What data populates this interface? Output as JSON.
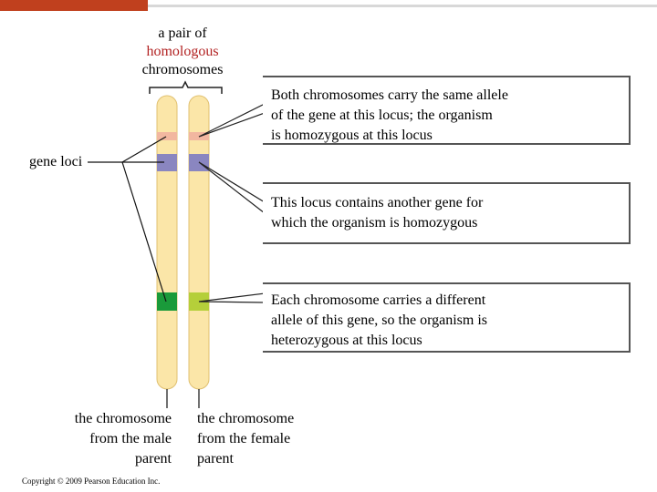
{
  "header": {
    "pair_label_line1": "a pair of",
    "pair_label_line2": "homologous",
    "pair_label_line3": "chromosomes"
  },
  "callouts": [
    {
      "line1": "Both chromosomes carry the same allele",
      "line2": "of the gene at this locus; the organism",
      "line3": "is homozygous at this locus"
    },
    {
      "line1": "This locus contains another gene for",
      "line2": "which the organism is homozygous"
    },
    {
      "line1": "Each chromosome carries a different",
      "line2": "allele of this gene, so the organism is",
      "line3": "heterozygous at this locus"
    }
  ],
  "labels": {
    "gene_loci": "gene loci",
    "male_line1": "the chromosome",
    "male_line2": "from the male",
    "male_line3": "parent",
    "female_line1": "the chromosome",
    "female_line2": "from the female",
    "female_line3": "parent"
  },
  "footer": {
    "copyright": "Copyright © 2009 Pearson Education Inc."
  },
  "colors": {
    "accent_bar": "#c0401e",
    "chromosome_fill": "#fbe6a8",
    "locus_pink": "#f2b7a0",
    "locus_purple": "#8a86c0",
    "allele_dark_green": "#1a9a3a",
    "allele_light_green": "#b5cf3a",
    "highlight_text": "#b22222"
  }
}
